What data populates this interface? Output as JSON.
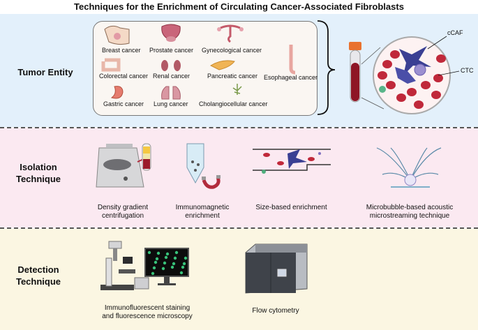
{
  "title": "Techniques for the Enrichment of Circulating Cancer-Associated Fibroblasts",
  "rows": {
    "tumor": {
      "label_line1": "Tumor Entity",
      "organs": [
        "Breast cancer",
        "Prostate cancer",
        "Gynecological cancer",
        "Colorectal cancer",
        "Renal cancer",
        "Pancreatic cancer",
        "Esophageal cancer",
        "Gastric cancer",
        "Lung cancer",
        "Cholangiocellular cancer"
      ],
      "callouts": {
        "ccaf": "cCAF",
        "ctc": "CTC"
      }
    },
    "isolation": {
      "label_line1": "Isolation",
      "label_line2": "Technique",
      "methods": [
        {
          "line1": "Density gradient",
          "line2": "centrifugation"
        },
        {
          "line1": "Immunomagnetic",
          "line2": "enrichment"
        },
        {
          "line1": "Size-based enrichment",
          "line2": ""
        },
        {
          "line1": "Microbubble-based acoustic",
          "line2": "microstreaming technique"
        }
      ]
    },
    "detection": {
      "label_line1": "Detection",
      "label_line2": "Technique",
      "methods": [
        {
          "line1": "Immunofluorescent staining",
          "line2": "and fluorescence microscopy"
        },
        {
          "line1": "Flow cytometry",
          "line2": ""
        }
      ]
    }
  },
  "colors": {
    "tumor_band": "#e3f0fb",
    "isolation_band": "#fbe9f1",
    "detection_band": "#fbf6e2",
    "rbc": "#c0283a",
    "ccaf": "#3a3f93",
    "ctc": "#9b8fd0"
  }
}
